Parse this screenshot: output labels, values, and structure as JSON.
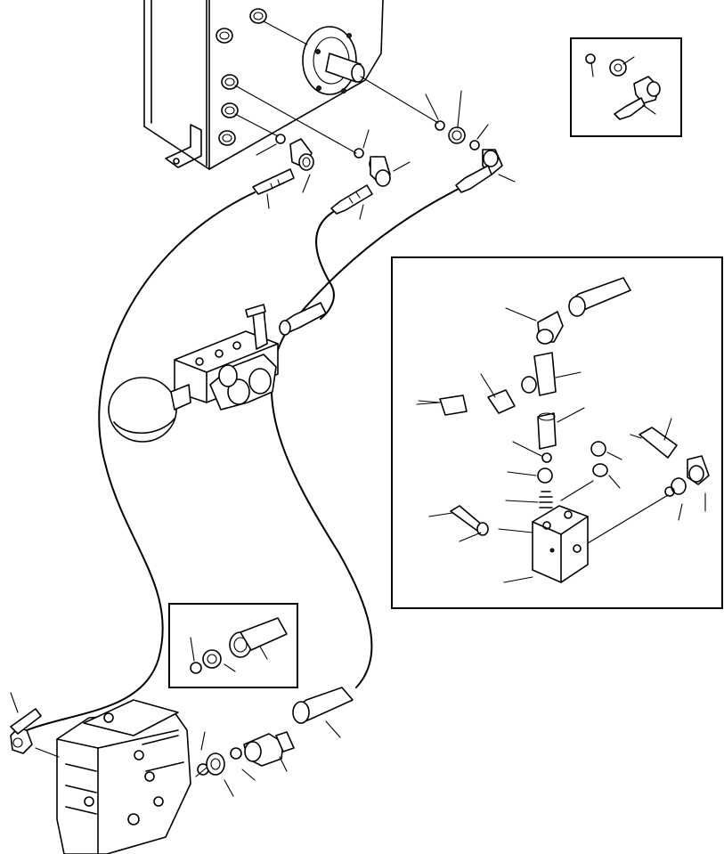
{
  "diagram": {
    "inset_frames": [
      "top-right-detail",
      "right-detail",
      "lower-left-detail"
    ],
    "leader_lines": 44
  }
}
